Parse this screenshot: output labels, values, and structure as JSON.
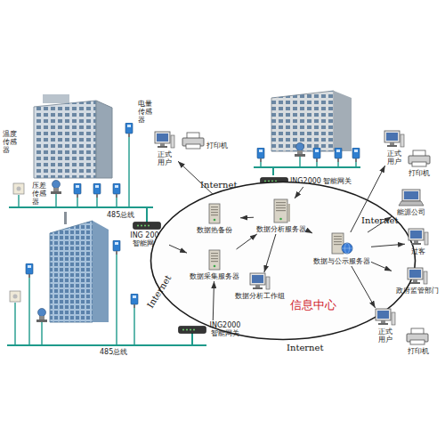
{
  "diagram": {
    "nodes": [
      {
        "text": [
          "正式用户"
        ]
      },
      {
        "text": [
          "ING 2000 智能网关"
        ]
      },
      {
        "text": [
          "ING2000 智能网关"
        ]
      },
      {
        "text": [
          "信息中心"
        ]
      },
      {
        "text": [
          "数据热备份"
        ],
        "in": 3
      },
      {
        "text": [
          "数据分析服务器"
        ],
        "in": 3
      },
      {
        "text": [
          "数据采集服务器"
        ],
        "in": 3
      },
      {
        "text": [
          "数据分析工作组"
        ],
        "in": 3
      },
      {
        "text": [
          "数据与公示服务器"
        ],
        "in": 3
      },
      {
        "text": [
          "ING2000 智能网关"
        ]
      },
      {
        "text": [
          "正式用户"
        ]
      },
      {
        "text": [
          "能源公司"
        ]
      },
      {
        "text": [
          "过客"
        ]
      },
      {
        "text": [
          "政府监管部门"
        ]
      },
      {
        "text": [
          "正式用户"
        ]
      }
    ],
    "edges": [
      {
        "from": 3,
        "to": 0,
        "arrow": "to"
      },
      {
        "from": 1,
        "to": 6,
        "arrow": "to"
      },
      {
        "from": 2,
        "to": 5,
        "arrow": "to"
      },
      {
        "from": 9,
        "to": 6,
        "arrow": "to"
      },
      {
        "from": 6,
        "to": 5,
        "arrow": "to"
      },
      {
        "from": 5,
        "to": 4,
        "arrow": "to"
      },
      {
        "from": 5,
        "to": 7,
        "arrow": "to"
      },
      {
        "from": 5,
        "to": 8,
        "arrow": "to"
      },
      {
        "from": 8,
        "to": 10,
        "arrow": "to"
      },
      {
        "from": 8,
        "to": 11,
        "arrow": "to"
      },
      {
        "from": 8,
        "to": 12,
        "arrow": "to"
      },
      {
        "from": 8,
        "to": 13,
        "arrow": "to"
      },
      {
        "from": 8,
        "to": 14,
        "arrow": "to"
      }
    ],
    "labels": [
      "温度传感器",
      "电量传感器",
      "压差传感器",
      "485总线",
      "485总线",
      "打印机",
      "打印机",
      "打印机",
      "Internet",
      "Internet",
      "Internet",
      "Internet"
    ]
  }
}
